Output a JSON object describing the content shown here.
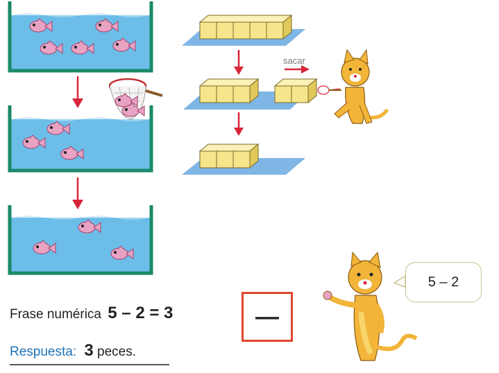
{
  "labels": {
    "sacar": "sacar",
    "sentence_label": "Frase numérica",
    "sentence_equation": "5 – 2 = 3",
    "answer_label": "Respuesta:",
    "answer_value": "3",
    "answer_unit": "peces.",
    "operation_symbol": "—",
    "speech_text": "5 – 2"
  },
  "fish_counts": [
    5,
    3,
    2
  ],
  "block_counts": [
    5,
    3,
    3,
    2
  ],
  "colors": {
    "water": "#6cbde8",
    "tank_wall": "#1a8a6a",
    "fish": "#e8a3c3",
    "block": "#f6e58a",
    "mat": "#7fb6e6",
    "arrow": "#d8253a",
    "op_box_border": "#e0452e",
    "answer_label": "#1e73b8",
    "cat": "#f2b53a"
  }
}
